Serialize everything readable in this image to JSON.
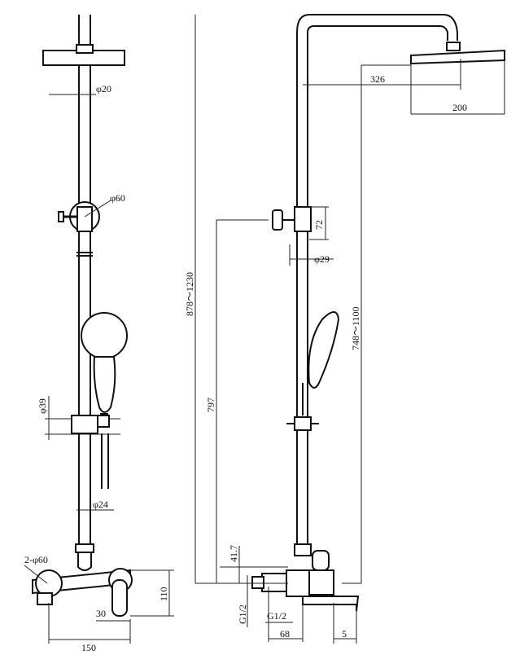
{
  "labels": {
    "front_pipe_diameter": "φ20",
    "front_holder_diameter": "φ60",
    "front_slider_diameter": "φ39",
    "front_lower_pipe_diameter": "φ24",
    "front_escutcheon": "2-φ60",
    "front_height": "110",
    "front_depth": "30",
    "front_width": "150",
    "total_height_range": "878～1230",
    "slider_height": "797",
    "head_reach": "326",
    "head_width": "200",
    "holder_size": "72",
    "side_pipe_diameter": "φ29",
    "head_height_range": "748～1100",
    "valve_offset": "41.7",
    "inlet_thread_left": "G1/2",
    "inlet_thread_right": "G1/2",
    "spout_offset": "68",
    "spout_drop": "5"
  },
  "colors": {
    "line": "#111111",
    "background": "#ffffff"
  }
}
